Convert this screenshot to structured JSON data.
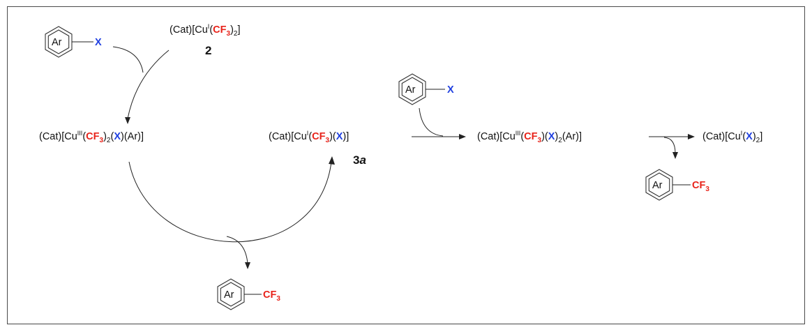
{
  "ar_ring_label": "Ar",
  "x_label": "X",
  "cf3_label": "CF",
  "cf3_sub": "3",
  "compound_2": {
    "name_pre": "(Cat)[Cu",
    "ox": "I",
    "open": "(",
    "cf": "CF",
    "sub3": "3",
    "close": ")",
    "sub2": "2",
    "end": "]",
    "number": "2"
  },
  "intermediate_cu3_a": {
    "pre": "(Cat)[Cu",
    "ox": "III",
    "open": "(",
    "cf": "CF",
    "sub3": "3",
    "close": ")",
    "sub2": "2",
    "xopen": "(",
    "x": "X",
    "xclose": ")",
    "end": "(Ar)]"
  },
  "compound_3a": {
    "pre": "(Cat)[Cu",
    "ox": "I",
    "open": "(",
    "cf": "CF",
    "sub3": "3",
    "mid": ")(",
    "x": "X",
    "end": ")]",
    "number": "3",
    "number_italic": "a"
  },
  "intermediate_cu3_b": {
    "pre": "(Cat)[Cu",
    "ox": "III",
    "open": "(",
    "cf": "CF",
    "sub3": "3",
    "mid": ")(",
    "x": "X",
    "xclose": ")",
    "sub2": "2",
    "end": "(Ar)]"
  },
  "product_cu1": {
    "pre": "(Cat)[Cu",
    "ox": "I",
    "open": "(",
    "x": "X",
    "close": ")",
    "sub2": "2",
    "end": "]"
  },
  "colors": {
    "cf3": "#e8231a",
    "x": "#1f3fe0",
    "text": "#111111"
  }
}
